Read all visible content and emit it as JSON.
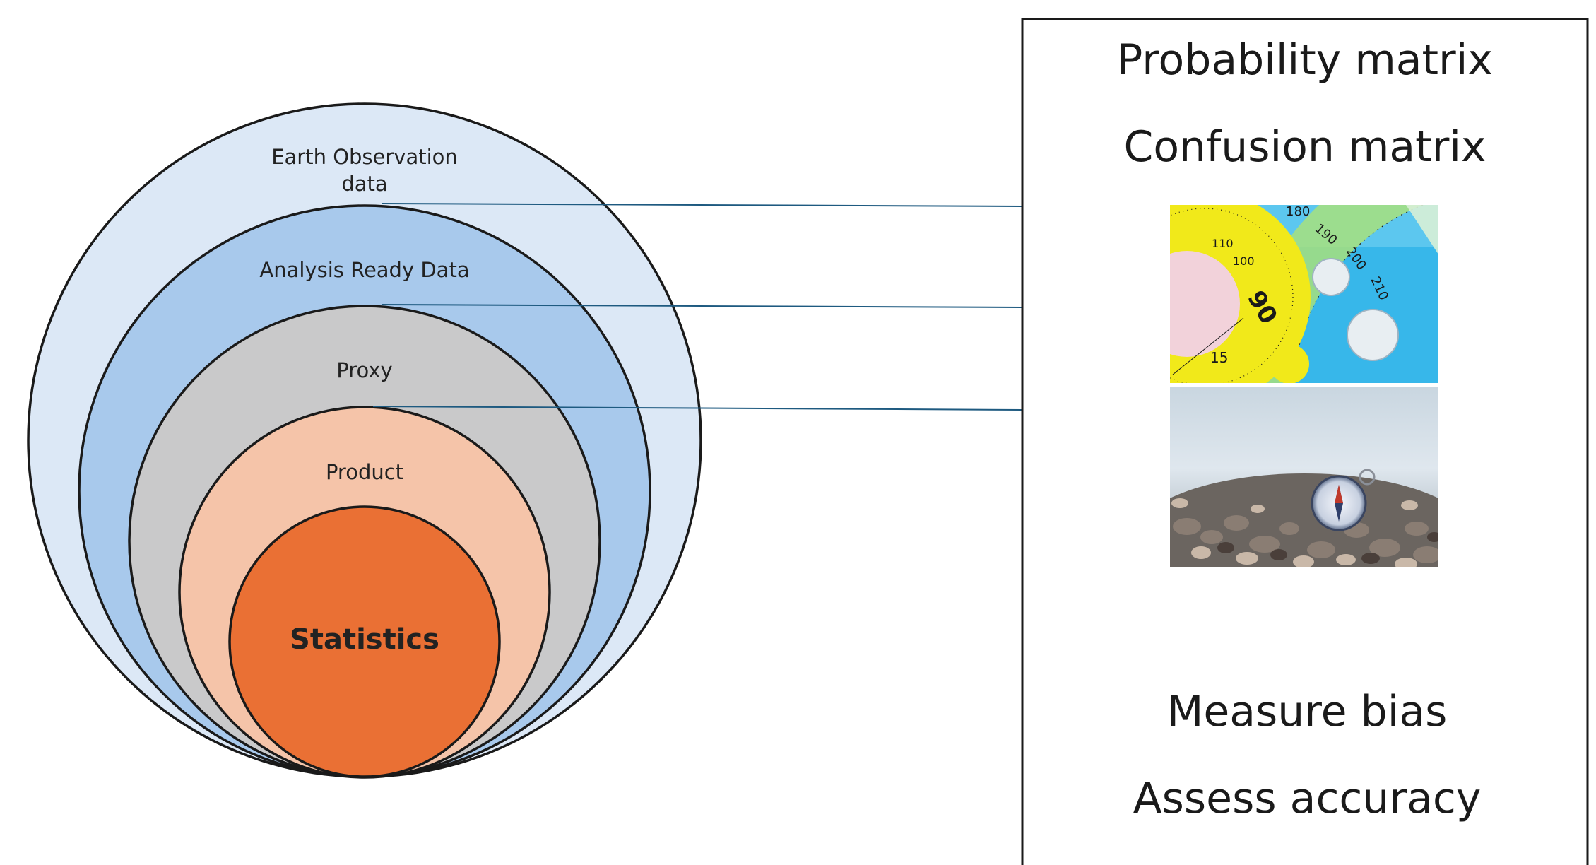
{
  "diagram": {
    "layers": [
      {
        "id": "earth-observation",
        "label_lines": [
          "Earth Observation",
          "data"
        ],
        "fill": "#dce8f6"
      },
      {
        "id": "analysis-ready",
        "label_lines": [
          "Analysis Ready Data"
        ],
        "fill": "#a8c9ec"
      },
      {
        "id": "proxy",
        "label_lines": [
          "Proxy"
        ],
        "fill": "#c9c9ca"
      },
      {
        "id": "product",
        "label_lines": [
          "Product"
        ],
        "fill": "#f5c4a9"
      },
      {
        "id": "statistics",
        "label_lines": [
          "Statistics"
        ],
        "fill": "#ea7034"
      }
    ],
    "connector_color": "#1e5a80",
    "stroke_color": "#1a1a1a"
  },
  "panel": {
    "top_items": [
      "Probability matrix",
      "Confusion matrix"
    ],
    "images": [
      {
        "name": "protractor-photo",
        "icon": "protractor-image"
      },
      {
        "name": "compass-photo",
        "icon": "compass-on-pebbles-image"
      }
    ],
    "bottom_items": [
      "Measure bias",
      "Assess accuracy"
    ]
  }
}
